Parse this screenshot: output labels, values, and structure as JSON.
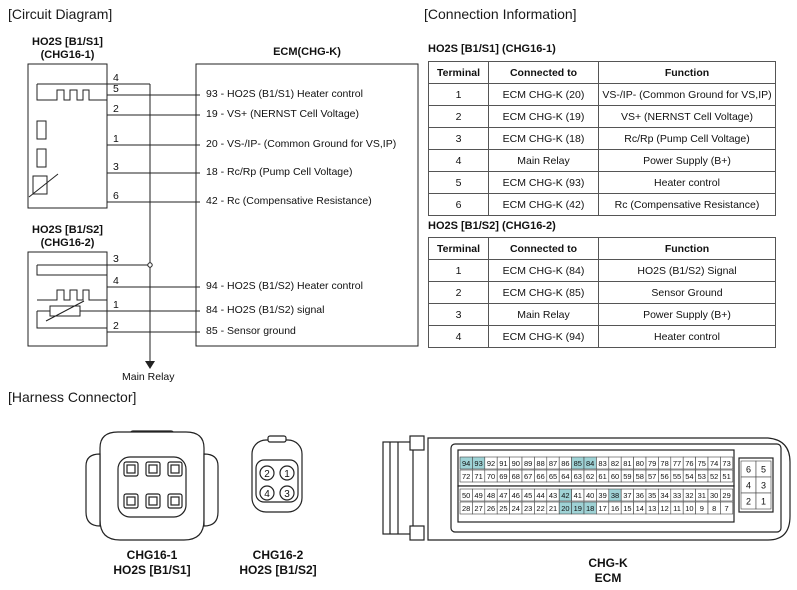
{
  "circuit": {
    "title": "[Circuit Diagram]",
    "sensor1": {
      "name": "HO2S [B1/S1]",
      "code": "(CHG16-1)",
      "pins": [
        "4",
        "5",
        "2",
        "1",
        "3",
        "6"
      ]
    },
    "sensor2": {
      "name": "HO2S [B1/S2]",
      "code": "(CHG16-2)",
      "pins": [
        "3",
        "4",
        "1",
        "2"
      ]
    },
    "ecm_label": "ECM(CHG-K)",
    "signals": [
      "93 - HO2S (B1/S1) Heater control",
      "19 - VS+ (NERNST Cell Voltage)",
      "20 - VS-/IP- (Common Ground for VS,IP)",
      "18 - Rc/Rp (Pump Cell Voltage)",
      "42 - Rc (Compensative Resistance)",
      "94 - HO2S (B1/S2) Heater control",
      "84 - HO2S (B1/S2) signal",
      "85 - Sensor ground"
    ],
    "main_relay": "Main Relay"
  },
  "connection": {
    "title": "[Connection Information]",
    "headers": [
      "Terminal",
      "Connected to",
      "Function"
    ],
    "table1": {
      "title": "HO2S [B1/S1] (CHG16-1)",
      "rows": [
        [
          "1",
          "ECM CHG-K (20)",
          "VS-/IP- (Common Ground for VS,IP)"
        ],
        [
          "2",
          "ECM CHG-K (19)",
          "VS+ (NERNST Cell Voltage)"
        ],
        [
          "3",
          "ECM CHG-K (18)",
          "Rc/Rp (Pump Cell Voltage)"
        ],
        [
          "4",
          "Main Relay",
          "Power Supply (B+)"
        ],
        [
          "5",
          "ECM CHG-K (93)",
          "Heater control"
        ],
        [
          "6",
          "ECM CHG-K (42)",
          "Rc (Compensative Resistance)"
        ]
      ]
    },
    "table2": {
      "title": "HO2S [B1/S2] (CHG16-2)",
      "rows": [
        [
          "1",
          "ECM CHG-K (84)",
          "HO2S (B1/S2) Signal"
        ],
        [
          "2",
          "ECM CHG-K (85)",
          "Sensor Ground"
        ],
        [
          "3",
          "Main Relay",
          "Power Supply (B+)"
        ],
        [
          "4",
          "ECM CHG-K (94)",
          "Heater control"
        ]
      ]
    }
  },
  "harness": {
    "title": "[Harness Connector]",
    "chg16_1": {
      "code": "CHG16-1",
      "name": "HO2S [B1/S1]"
    },
    "chg16_2": {
      "code": "CHG16-2",
      "name": "HO2S [B1/S2]",
      "pins": [
        "2",
        "1",
        "4",
        "3"
      ]
    },
    "chgk": {
      "code": "CHG-K",
      "name": "ECM",
      "row1": [
        "94",
        "93",
        "92",
        "91",
        "90",
        "89",
        "88",
        "87",
        "86",
        "85",
        "84",
        "83",
        "82",
        "81",
        "80",
        "79",
        "78",
        "77",
        "76",
        "75",
        "74",
        "73"
      ],
      "row2": [
        "72",
        "71",
        "70",
        "69",
        "68",
        "67",
        "66",
        "65",
        "64",
        "63",
        "62",
        "61",
        "60",
        "59",
        "58",
        "57",
        "56",
        "55",
        "54",
        "53",
        "52",
        "51"
      ],
      "row3": [
        "50",
        "49",
        "48",
        "47",
        "46",
        "45",
        "44",
        "43",
        "42",
        "41",
        "40",
        "39",
        "38",
        "37",
        "36",
        "35",
        "34",
        "33",
        "32",
        "31",
        "30",
        "29"
      ],
      "row4": [
        "28",
        "27",
        "26",
        "25",
        "24",
        "23",
        "22",
        "21",
        "20",
        "19",
        "18",
        "17",
        "16",
        "15",
        "14",
        "13",
        "12",
        "11",
        "10",
        "9",
        "8",
        "7"
      ],
      "highlighted": [
        "94",
        "93",
        "85",
        "84",
        "42",
        "38",
        "20",
        "19",
        "18"
      ],
      "small": [
        "6",
        "5",
        "4",
        "3",
        "2",
        "1"
      ],
      "highlight_color": "#9fd3d6"
    }
  }
}
